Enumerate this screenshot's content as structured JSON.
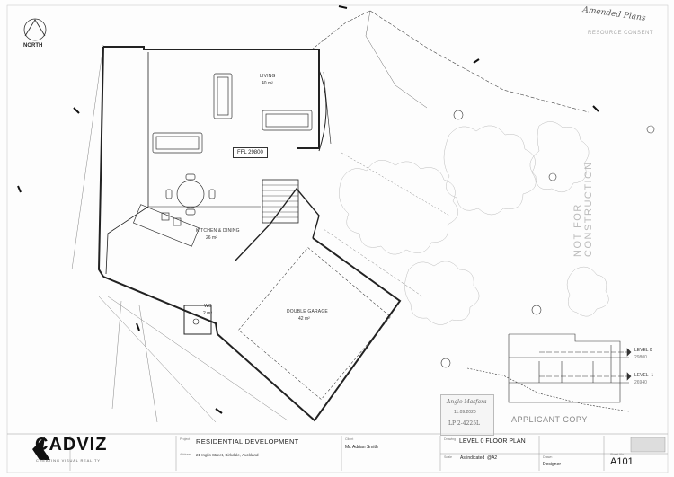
{
  "north_label": "NORTH",
  "watermark": "NOT FOR CONSTRUCTION",
  "resource_consent": "RESOURCE CONSENT",
  "handwritten_note": "Amended Plans",
  "ffl_label": "FFL 29800",
  "applicant_copy": "APPLICANT COPY",
  "rooms": {
    "living": {
      "name": "LIVING",
      "area": "40 m²"
    },
    "kitchen": {
      "name": "KITCHEN & DINING",
      "area": "26 m²"
    },
    "garage": {
      "name": "DOUBLE GARAGE",
      "area": "42 m²"
    },
    "wc": {
      "name": "WC",
      "area": "2 m²"
    }
  },
  "section_levels": {
    "level0": {
      "name": "LEVEL 0",
      "value": "29800"
    },
    "level1": {
      "name": "LEVEL -1",
      "value": "26940"
    }
  },
  "stamp": {
    "line1": "Anglo Masfara",
    "line2": "11.09.2020",
    "line3": "LP 2-4225L"
  },
  "title_block": {
    "brand": "CADVIZ",
    "tagline": "CREATING VISUAL REALITY",
    "project_label": "Project",
    "project": "RESIDENTIAL DEVELOPMENT",
    "address_label": "Address",
    "address": "21 Inglis Street, Birkdale, Auckland",
    "client_label": "Client",
    "client": "Mr. Adrian Smith",
    "drawing_label": "Drawing",
    "drawing": "LEVEL 0 FLOOR PLAN",
    "scale_label": "Scale",
    "scale": "As indicated",
    "paper": "@A2",
    "drawn_label": "Drawn",
    "drawn": "Designer",
    "sheet_label": "Sheet No.",
    "sheet": "A101"
  }
}
